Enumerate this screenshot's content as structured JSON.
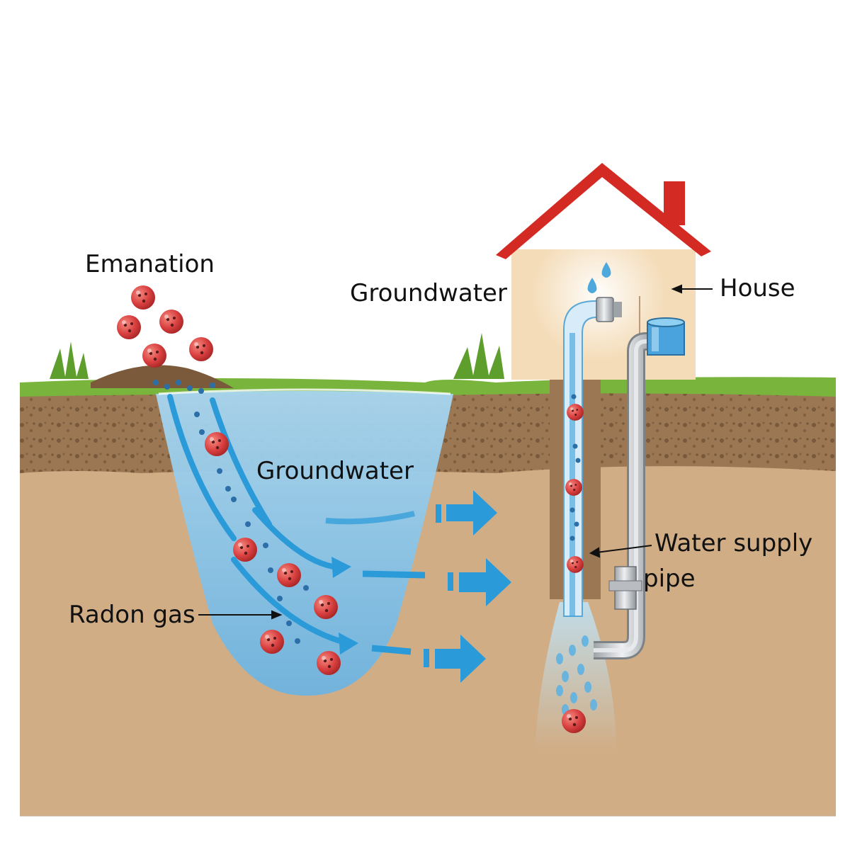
{
  "diagram": {
    "labels": {
      "emanation": "Emanation",
      "groundwater_top": "Groundwater",
      "house": "House",
      "groundwater_pit": "Groundwater",
      "water_supply_line1": "Water supply",
      "water_supply_line2": "pipe",
      "radon_gas": "Radon gas"
    }
  },
  "colors": {
    "soil_top": "#8d6a47",
    "soil_bottom": "#d1ad85",
    "grass": "#79b43c",
    "water": "#8fc8ea",
    "flow_arrow": "#2a9ad8",
    "radon_particle": "#d94040",
    "roof": "#d32b24",
    "house_wall": "#f4dcb8",
    "pipe": "#c9ccd0"
  },
  "icons": [
    "radon-particle-icon",
    "flow-arrow-icon",
    "water-drop-icon",
    "grass-icon"
  ]
}
